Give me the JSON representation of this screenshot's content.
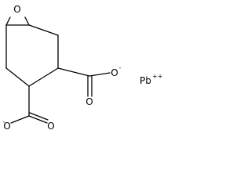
{
  "structure": {
    "epoxide_oxygen": "O",
    "carboxylate_1": {
      "oxygen_double": "O",
      "oxygen_single": "O",
      "charge": "-"
    },
    "carboxylate_2": {
      "oxygen_double": "O",
      "oxygen_single": "O",
      "charge": "-"
    },
    "counterion": {
      "element": "Pb",
      "charge": "++"
    }
  }
}
